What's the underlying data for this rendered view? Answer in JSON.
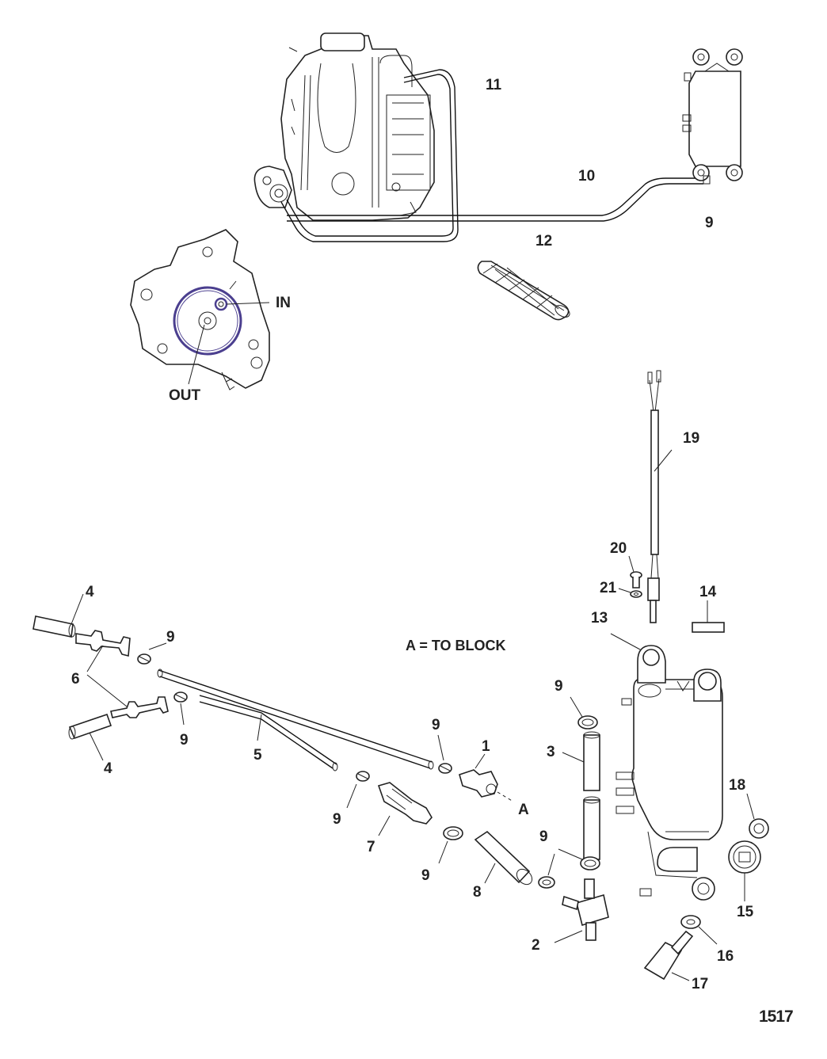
{
  "labels": {
    "l11": "11",
    "l10": "10",
    "l9a": "9",
    "l12": "12",
    "in": "IN",
    "out": "OUT",
    "l19": "19",
    "l20": "20",
    "l21": "21",
    "l14": "14",
    "l13": "13",
    "l4a": "4",
    "l9b": "9",
    "l6": "6",
    "l9c": "9",
    "l4b": "4",
    "l5": "5",
    "l9d": "9",
    "l1": "1",
    "a": "A",
    "l9e": "9",
    "l7": "7",
    "l9f": "9",
    "l8": "8",
    "l9g": "9",
    "l3": "3",
    "l9h": "9",
    "l2": "2",
    "l18": "18",
    "l15": "15",
    "l16": "16",
    "l17": "17"
  },
  "note": "A = TO BLOCK",
  "figure_number": "1517"
}
